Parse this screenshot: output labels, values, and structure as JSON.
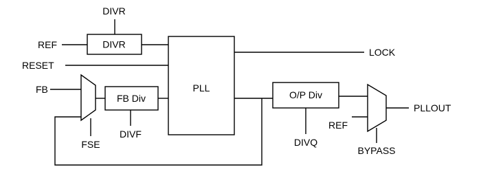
{
  "blocks": {
    "divr": "DIVR",
    "fb_div": "FB Div",
    "pll": "PLL",
    "op_div": "O/P Div"
  },
  "signals": {
    "divr": "DIVR",
    "ref": "REF",
    "reset": "RESET",
    "fb": "FB",
    "fse": "FSE",
    "divf": "DIVF",
    "lock": "LOCK",
    "divq": "DIVQ",
    "ref_bypass": "REF",
    "bypass": "BYPASS",
    "pllout": "PLLOUT"
  }
}
